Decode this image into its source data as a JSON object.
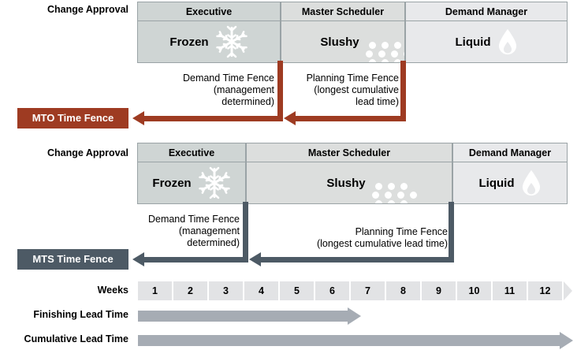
{
  "meta": {
    "title": "Time Fence Diagram — MTO vs MTS",
    "colors": {
      "mto_red": "#9e3b22",
      "mts_slate": "#4d5a65",
      "frozen_fill": "#cfd5d4",
      "slushy_fill": "#dcdedd",
      "liquid_fill": "#e8e9eb",
      "cell_border": "#9aa3a6",
      "week_fill": "#e2e3e5",
      "bar_gray": "#a6acb4"
    }
  },
  "rows": [
    {
      "id": "mto",
      "side_label": "Change Approval",
      "headers": [
        {
          "label": "Executive"
        },
        {
          "label": "Master Scheduler"
        },
        {
          "label": "Demand Manager"
        }
      ],
      "states": [
        {
          "label": "Frozen",
          "icon": "snowflake-icon"
        },
        {
          "label": "Slushy",
          "icon": "slush-dots-icon"
        },
        {
          "label": "Liquid",
          "icon": "water-drop-icon"
        }
      ],
      "badge": {
        "label": "MTO Time Fence"
      },
      "annotations": [
        {
          "name": "demand-time-fence",
          "lines": [
            "Demand Time Fence",
            "(management",
            "determined)"
          ]
        },
        {
          "name": "planning-time-fence",
          "lines": [
            "Planning Time Fence",
            "(longest cumulative",
            "lead time)"
          ]
        }
      ]
    },
    {
      "id": "mts",
      "side_label": "Change Approval",
      "headers": [
        {
          "label": "Executive"
        },
        {
          "label": "Master Scheduler"
        },
        {
          "label": "Demand Manager"
        }
      ],
      "states": [
        {
          "label": "Frozen",
          "icon": "snowflake-icon"
        },
        {
          "label": "Slushy",
          "icon": "slush-dots-icon"
        },
        {
          "label": "Liquid",
          "icon": "water-drop-icon"
        }
      ],
      "badge": {
        "label": "MTS Time Fence"
      },
      "annotations": [
        {
          "name": "demand-time-fence",
          "lines": [
            "Demand Time Fence",
            "(management",
            "determined)"
          ]
        },
        {
          "name": "planning-time-fence",
          "lines": [
            "Planning Time Fence",
            "(longest cumulative lead time)"
          ]
        }
      ]
    }
  ],
  "timeline": {
    "weeks_label": "Weeks",
    "weeks": [
      "1",
      "2",
      "3",
      "4",
      "5",
      "6",
      "7",
      "8",
      "9",
      "10",
      "11",
      "12"
    ],
    "bars": [
      {
        "label": "Finishing Lead Time",
        "ends_at_week": 6
      },
      {
        "label": "Cumulative Lead Time",
        "ends_at_week": 12
      }
    ]
  }
}
